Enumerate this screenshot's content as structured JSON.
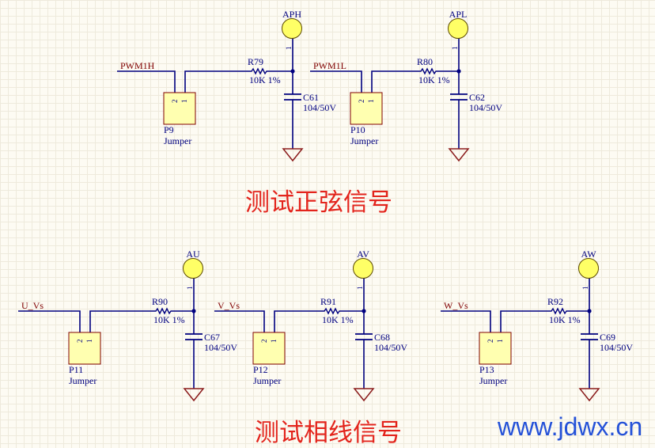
{
  "sections": [
    {
      "title": "测试正弦信号",
      "circuits": [
        {
          "net": "PWM1H",
          "jumper": {
            "designator": "P9",
            "value": "Jumper",
            "pins": [
              "2",
              "1"
            ]
          },
          "resistor": {
            "designator": "R79",
            "value": "10K 1%"
          },
          "capacitor": {
            "designator": "C61",
            "value": "104/50V"
          },
          "test_point": {
            "label": "APH",
            "pin": "1"
          }
        },
        {
          "net": "PWM1L",
          "jumper": {
            "designator": "P10",
            "value": "Jumper",
            "pins": [
              "2",
              "1"
            ]
          },
          "resistor": {
            "designator": "R80",
            "value": "10K 1%"
          },
          "capacitor": {
            "designator": "C62",
            "value": "104/50V"
          },
          "test_point": {
            "label": "APL",
            "pin": "1"
          }
        }
      ]
    },
    {
      "title": "测试相线信号",
      "circuits": [
        {
          "net": "U_Vs",
          "jumper": {
            "designator": "P11",
            "value": "Jumper",
            "pins": [
              "2",
              "1"
            ]
          },
          "resistor": {
            "designator": "R90",
            "value": "10K 1%"
          },
          "capacitor": {
            "designator": "C67",
            "value": "104/50V"
          },
          "test_point": {
            "label": "AU",
            "pin": "1"
          }
        },
        {
          "net": "V_Vs",
          "jumper": {
            "designator": "P12",
            "value": "Jumper",
            "pins": [
              "2",
              "1"
            ]
          },
          "resistor": {
            "designator": "R91",
            "value": "10K 1%"
          },
          "capacitor": {
            "designator": "C68",
            "value": "104/50V"
          },
          "test_point": {
            "label": "AV",
            "pin": "1"
          }
        },
        {
          "net": "W_Vs",
          "jumper": {
            "designator": "P13",
            "value": "Jumper",
            "pins": [
              "2",
              "1"
            ]
          },
          "resistor": {
            "designator": "R92",
            "value": "10K 1%"
          },
          "capacitor": {
            "designator": "C69",
            "value": "104/50V"
          },
          "test_point": {
            "label": "AW",
            "pin": "1"
          }
        }
      ]
    }
  ],
  "watermark": "www.jdwx.cn",
  "colors": {
    "wire": "#000080",
    "label": "#000080",
    "net_label": "#800000",
    "component_body": "#ffffb0",
    "component_border": "#800000",
    "test_point_fill": "#ffff66",
    "test_point_border": "#5c4a00",
    "ground": "#8b1c1c",
    "title": "#e3241c",
    "watermark": "#2451d8"
  }
}
